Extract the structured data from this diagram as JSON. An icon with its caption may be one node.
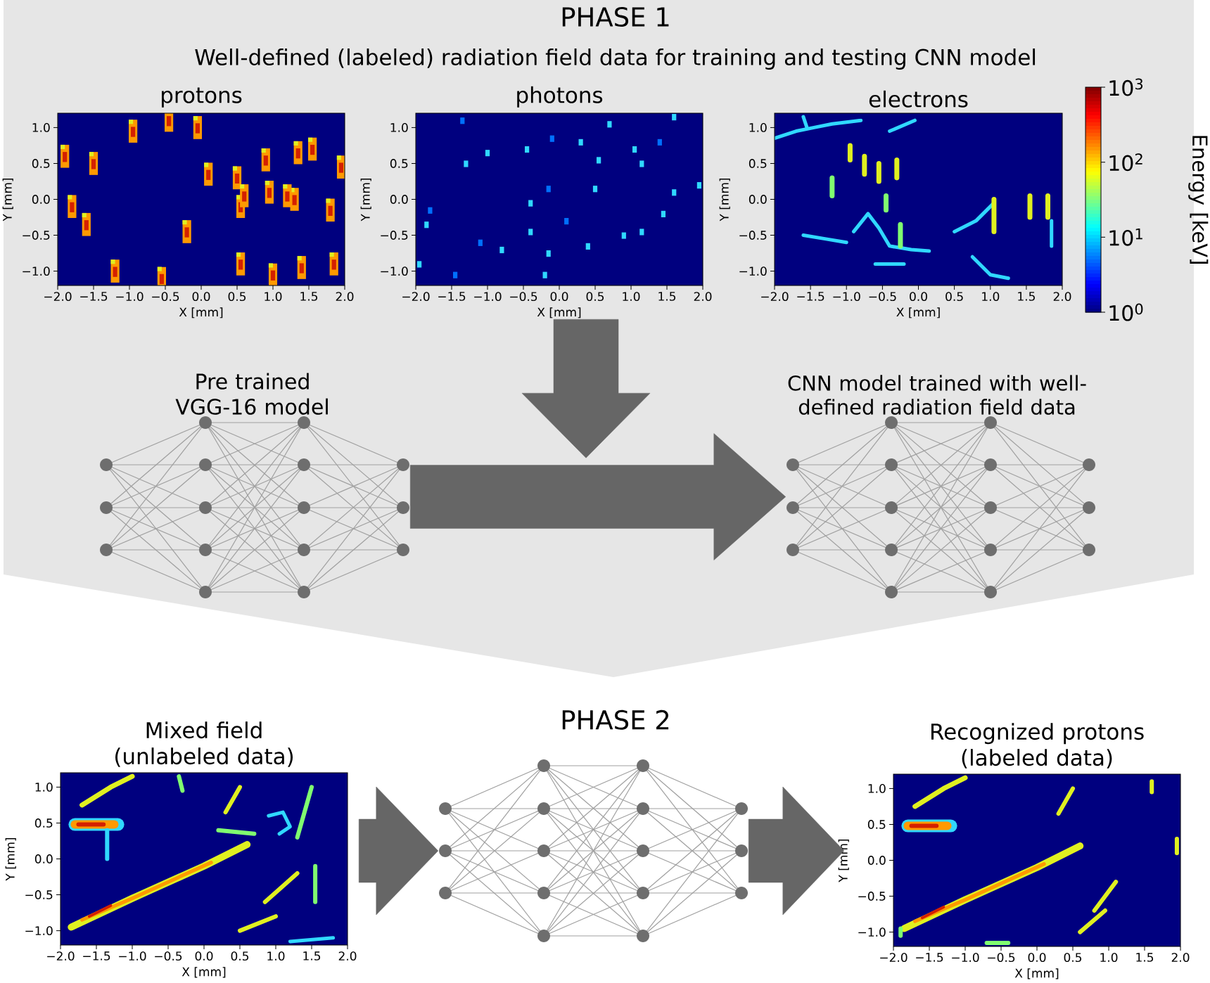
{
  "diagram": {
    "nodes": [
      {
        "text": [
          "PHASE 1",
          "Well-defined (labeled) radiation field data for training and testing CNN model"
        ]
      },
      {
        "text": [
          "protons"
        ],
        "in": 0
      },
      {
        "text": [
          "photons"
        ],
        "in": 0
      },
      {
        "text": [
          "electrons"
        ],
        "in": 0
      },
      {
        "text": [
          "Pre trained VGG-16 model"
        ],
        "in": 0
      },
      {
        "text": [
          "CNN model trained with well-defined radiation field data"
        ],
        "in": 0
      },
      {
        "text": [
          "Mixed field (unlabeled data)"
        ]
      },
      {
        "text": [
          "PHASE 2"
        ]
      },
      {
        "text": [
          "Recognized protons (labeled data)"
        ]
      }
    ],
    "edges": [
      {
        "from": 2,
        "to": null,
        "arrow": "to"
      },
      {
        "from": 4,
        "to": 5,
        "arrow": "to"
      },
      {
        "from": 6,
        "to": 7,
        "arrow": "to"
      },
      {
        "from": 7,
        "to": 8,
        "arrow": "to"
      }
    ],
    "labels": [
      "1.0",
      "0.5",
      "0.0",
      "−0.5",
      "−1.0",
      "Y [mm]",
      "−2.0",
      "−1.5",
      "−1.0",
      "−0.5",
      "0.0",
      "0.5",
      "1.0",
      "1.5",
      "2.0",
      "X [mm]",
      "1.0",
      "0.5",
      "0.0",
      "−0.5",
      "−1.0",
      "Y [mm]",
      "−2.0",
      "−1.5",
      "−1.0",
      "−0.5",
      "0.0",
      "0.5",
      "1.0",
      "1.5",
      "2.0",
      "X [mm]",
      "1.0",
      "0.5",
      "0.0",
      "−0.5",
      "−1.0",
      "Y [mm]",
      "−2.0",
      "−1.5",
      "−1.0",
      "−0.5",
      "0.0",
      "0.5",
      "1.0",
      "1.5",
      "2.0",
      "X [mm]",
      "10$^{3}$",
      "10$^{2}$",
      "10$^{1}$",
      "10$^{0}$",
      "Energy [keV]",
      "1.0",
      "0.5",
      "0.0",
      "−0.5",
      "−1.0",
      "Y [mm]",
      "−2.0",
      "−1.5",
      "−1.0",
      "−0.5",
      "0.0",
      "0.5",
      "1.0",
      "1.5",
      "2.0",
      "X [mm]",
      "1.0",
      "0.5",
      "0.0",
      "−0.5",
      "−1.0",
      "Y [mm]",
      "−2.0",
      "−1.5",
      "−1.0",
      "−0.5",
      "0.0",
      "0.5",
      "1.0",
      "1.5",
      "2.0",
      "X [mm]"
    ]
  }
}
